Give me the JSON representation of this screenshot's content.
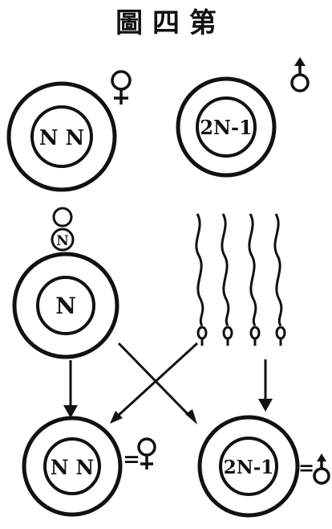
{
  "title": "圖 四 第",
  "cells": {
    "female_parent": "N N",
    "male_parent": "2N-1",
    "egg": "N",
    "polar_body": "N",
    "offspring_female": "N N",
    "offspring_male": "2N-1"
  },
  "symbols": {
    "female": "female-symbol-icon",
    "male": "male-symbol-icon",
    "equals": "="
  },
  "colors": {
    "ink": "#111111",
    "paper": "#ffffff"
  }
}
